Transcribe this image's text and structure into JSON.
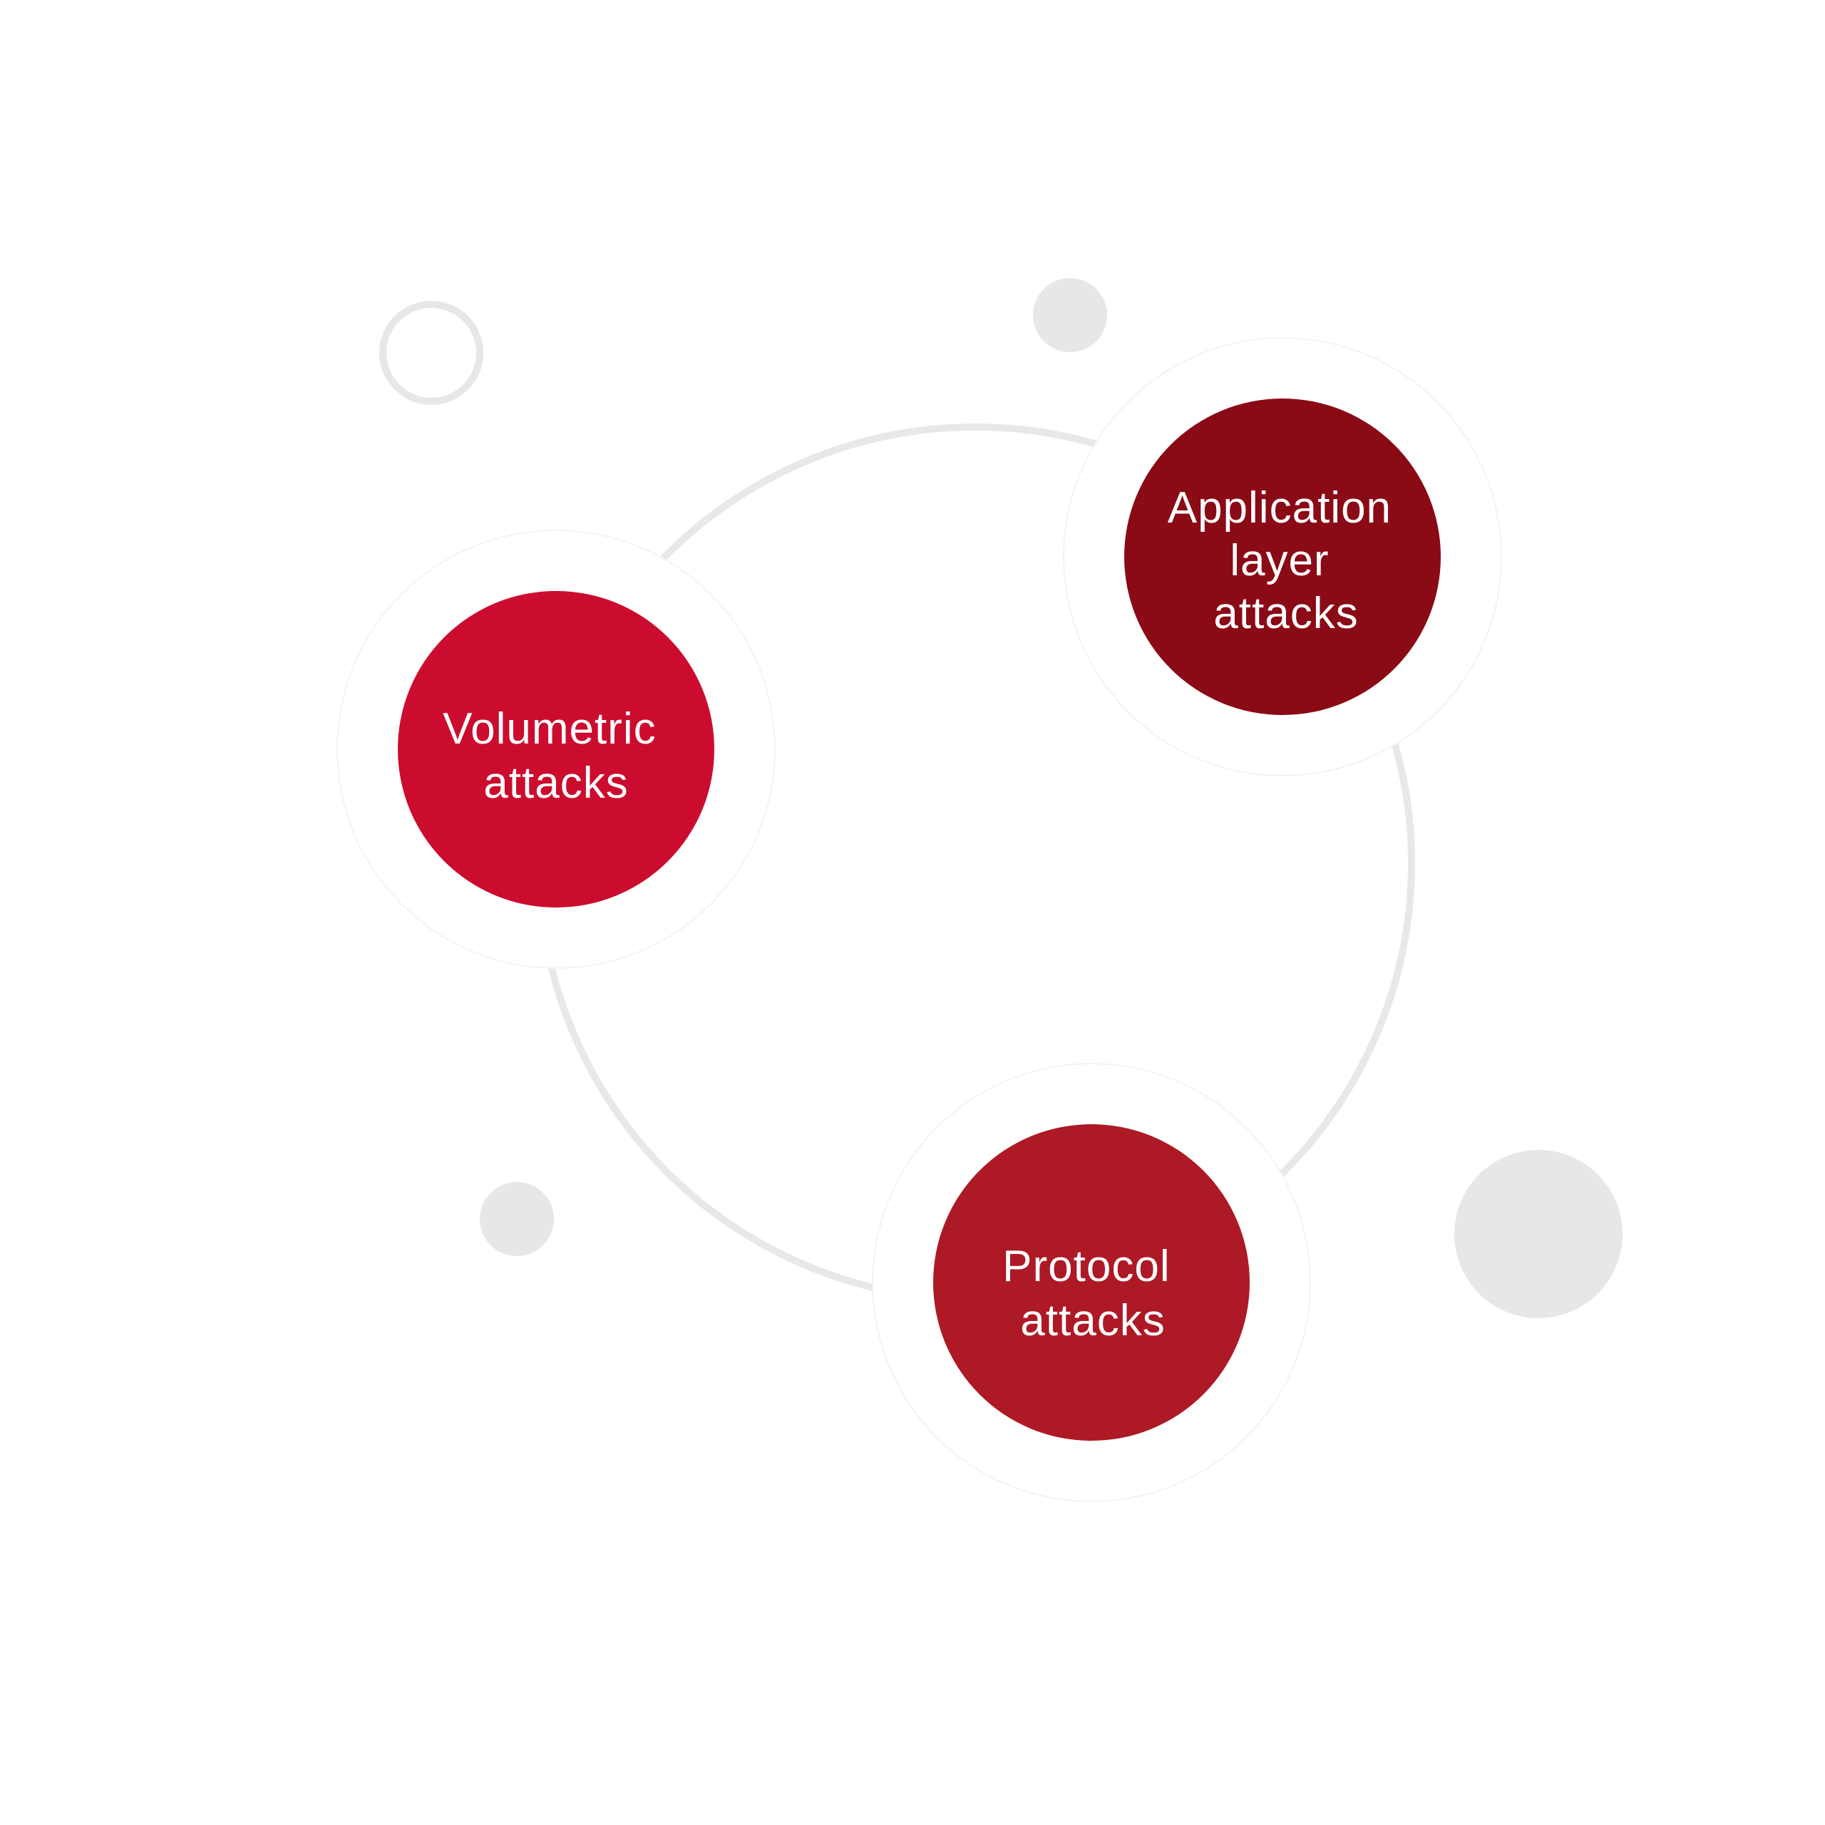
{
  "colors": {
    "background": "#ffffff",
    "ring": "#e8e8e8",
    "halo": "#ffffff",
    "halo_edge": "#f3f3f3",
    "decor": "#e7e7e7",
    "volumetric": "#cc0c2e",
    "application": "#8a0a16",
    "protocol": "#ad1925"
  },
  "nodes": [
    {
      "id": "volumetric",
      "lines": [
        "Volumetric",
        "attacks"
      ]
    },
    {
      "id": "application",
      "lines": [
        "Application",
        "layer",
        "attacks"
      ]
    },
    {
      "id": "protocol",
      "lines": [
        "Protocol",
        "attacks"
      ]
    }
  ]
}
